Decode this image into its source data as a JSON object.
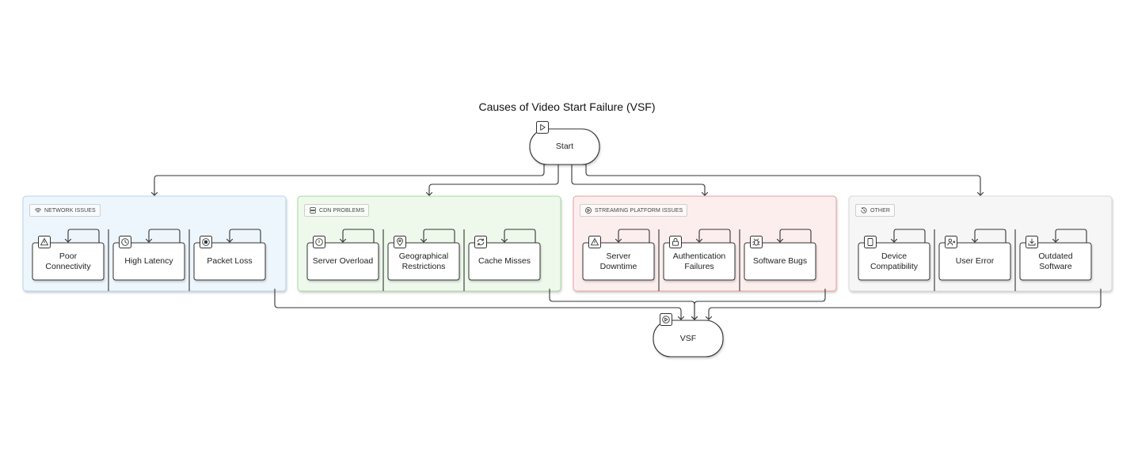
{
  "diagram": {
    "title": "Causes of Video Start Failure (VSF)",
    "start_label": "Start",
    "end_label": "VSF",
    "colors": {
      "stroke": "#333333",
      "network": "#eef6fd",
      "cdn": "#eef9ec",
      "streaming": "#fdeeee",
      "other": "#f6f6f6"
    },
    "groups": [
      {
        "id": "network",
        "label": "NETWORK ISSUES",
        "icon": "wifi-icon",
        "items": [
          {
            "label": "Poor Connectivity",
            "lines": [
              "Poor",
              "Connectivity"
            ],
            "icon": "warning-icon"
          },
          {
            "label": "High Latency",
            "lines": [
              "High Latency"
            ],
            "icon": "clock-icon"
          },
          {
            "label": "Packet Loss",
            "lines": [
              "Packet Loss"
            ],
            "icon": "stop-circle-icon"
          }
        ]
      },
      {
        "id": "cdn",
        "label": "CDN PROBLEMS",
        "icon": "server-icon",
        "items": [
          {
            "label": "Server Overload",
            "lines": [
              "Server Overload"
            ],
            "icon": "alert-circle-icon"
          },
          {
            "label": "Geographical Restrictions",
            "lines": [
              "Geographical",
              "Restrictions"
            ],
            "icon": "map-pin-icon"
          },
          {
            "label": "Cache Misses",
            "lines": [
              "Cache Misses"
            ],
            "icon": "refresh-icon"
          }
        ]
      },
      {
        "id": "streaming",
        "label": "STREAMING PLATFORM ISSUES",
        "icon": "play-circle-icon",
        "items": [
          {
            "label": "Server Downtime",
            "lines": [
              "Server",
              "Downtime"
            ],
            "icon": "warning-icon"
          },
          {
            "label": "Authentication Failures",
            "lines": [
              "Authentication",
              "Failures"
            ],
            "icon": "lock-icon"
          },
          {
            "label": "Software Bugs",
            "lines": [
              "Software Bugs"
            ],
            "icon": "bug-icon"
          }
        ]
      },
      {
        "id": "other",
        "label": "OTHER",
        "icon": "history-icon",
        "items": [
          {
            "label": "Device Compatibility",
            "lines": [
              "Device",
              "Compatibility"
            ],
            "icon": "tablet-icon"
          },
          {
            "label": "User Error",
            "lines": [
              "User Error"
            ],
            "icon": "user-x-icon"
          },
          {
            "label": "Outdated Software",
            "lines": [
              "Outdated",
              "Software"
            ],
            "icon": "download-icon"
          }
        ]
      }
    ]
  }
}
